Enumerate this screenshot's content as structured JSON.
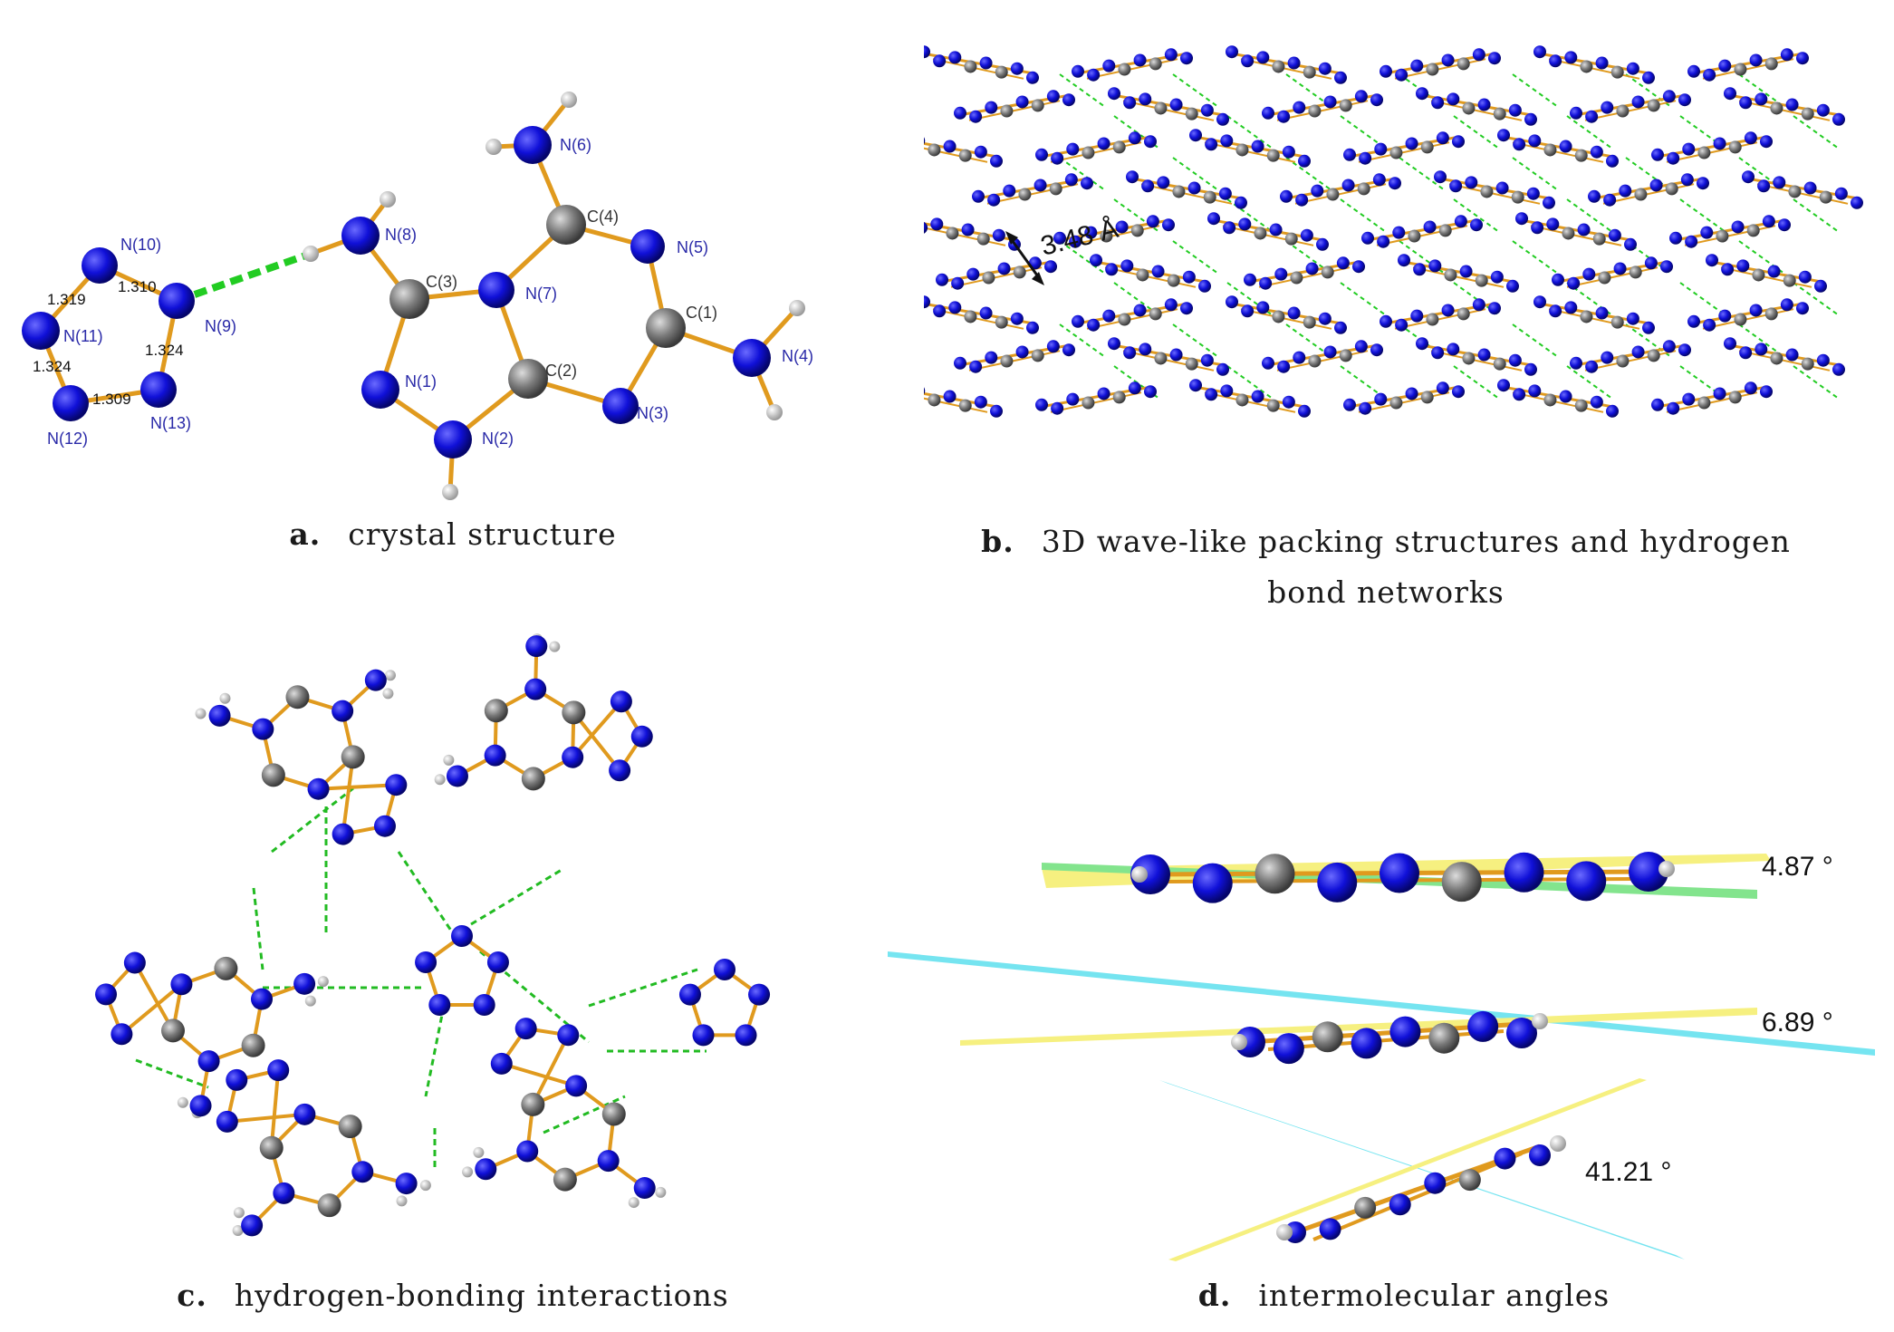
{
  "panels": {
    "a": {
      "letter": "a.",
      "caption": "crystal structure",
      "atom_labels": [
        "N(10)",
        "N(11)",
        "N(12)",
        "N(13)",
        "N(9)",
        "N(8)",
        "N(6)",
        "C(4)",
        "N(5)",
        "C(3)",
        "N(7)",
        "C(1)",
        "N(4)",
        "N(1)",
        "C(2)",
        "N(3)",
        "N(2)"
      ],
      "bond_lengths": [
        "1.319",
        "1.310",
        "1.324",
        "1.324",
        "1.309"
      ]
    },
    "b": {
      "letter": "b.",
      "caption_line1": "3D wave-like packing structures and hydrogen",
      "caption_line2": "bond networks",
      "distance_label": "3.48 Å"
    },
    "c": {
      "letter": "c.",
      "caption": "hydrogen-bonding interactions"
    },
    "d": {
      "letter": "d.",
      "caption": "intermolecular angles",
      "angles": [
        "4.87 °",
        "6.89 °",
        "41.21 °"
      ]
    }
  },
  "colors": {
    "nitrogen": "#1010d8",
    "carbon": "#7a7a7a",
    "hydrogen": "#d8d8d8",
    "bond": "#e09a1e",
    "hbond": "#22bb22",
    "plane_yellow": "#f5ee6a",
    "plane_green": "#6ee07a",
    "plane_cyan": "#5ee0ee"
  }
}
